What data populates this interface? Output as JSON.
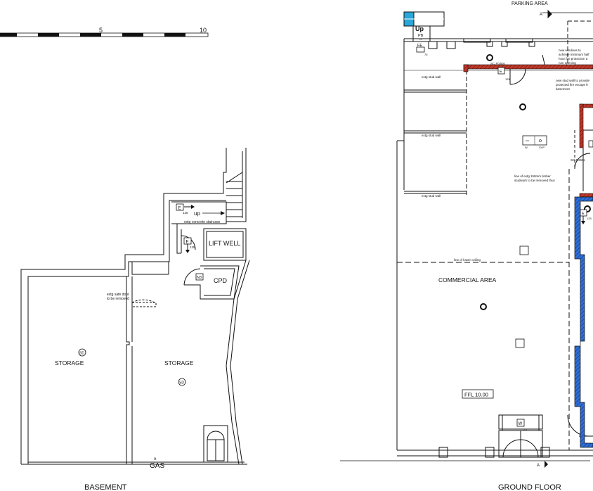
{
  "scale_bar": {
    "tick_5": "5",
    "tick_10": "10"
  },
  "basement": {
    "title": "BASEMENT",
    "rooms": {
      "lift_well": "LIFT WELL",
      "cpd": "CPD",
      "storage_left": "STORAGE",
      "storage_right": "STORAGE"
    },
    "notes": {
      "staircase": "extg concrete staircase",
      "up": "up",
      "safe_door_1": "extg safe door",
      "safe_door_2": "to be removed",
      "gas": "GAS",
      "section": "A"
    },
    "tags": {
      "exit": "E",
      "exit_size": "125",
      "n3": "N3",
      "sd": "SD"
    }
  },
  "ground": {
    "title": "GROUND FLOOR",
    "parking": "PARKING AREA",
    "section_top": "A",
    "section_bottom": "A",
    "rooms": {
      "commercial": "COMMERCIAL AREA"
    },
    "ffl": "FFL 10.00",
    "up": "Up",
    "tags": {
      "pb": "PB",
      "pb_size": "75",
      "fe": "FE",
      "fe_size": "75",
      "exit": "E",
      "exit_size": "125",
      "w": "W",
      "svp": "SVP"
    },
    "notes": {
      "stud_wall": "extg stud wall",
      "fd60_1": "SC FD60s",
      "fd60_2": "SC FD60s",
      "new_windows_1": "new windows to",
      "new_windows_2": "acheive minimum half",
      "new_windows_3": "hour fire protection a",
      "new_windows_4": "non opening",
      "new_stud_1": "new stud wall to provide",
      "new_stud_2": "protected fire escape fr",
      "new_stud_3": "basement",
      "timber_1": "line of extg 150mm timber",
      "timber_2": "studwork to be removed thus",
      "lower_ceiling": "line of lower ceiling"
    }
  }
}
